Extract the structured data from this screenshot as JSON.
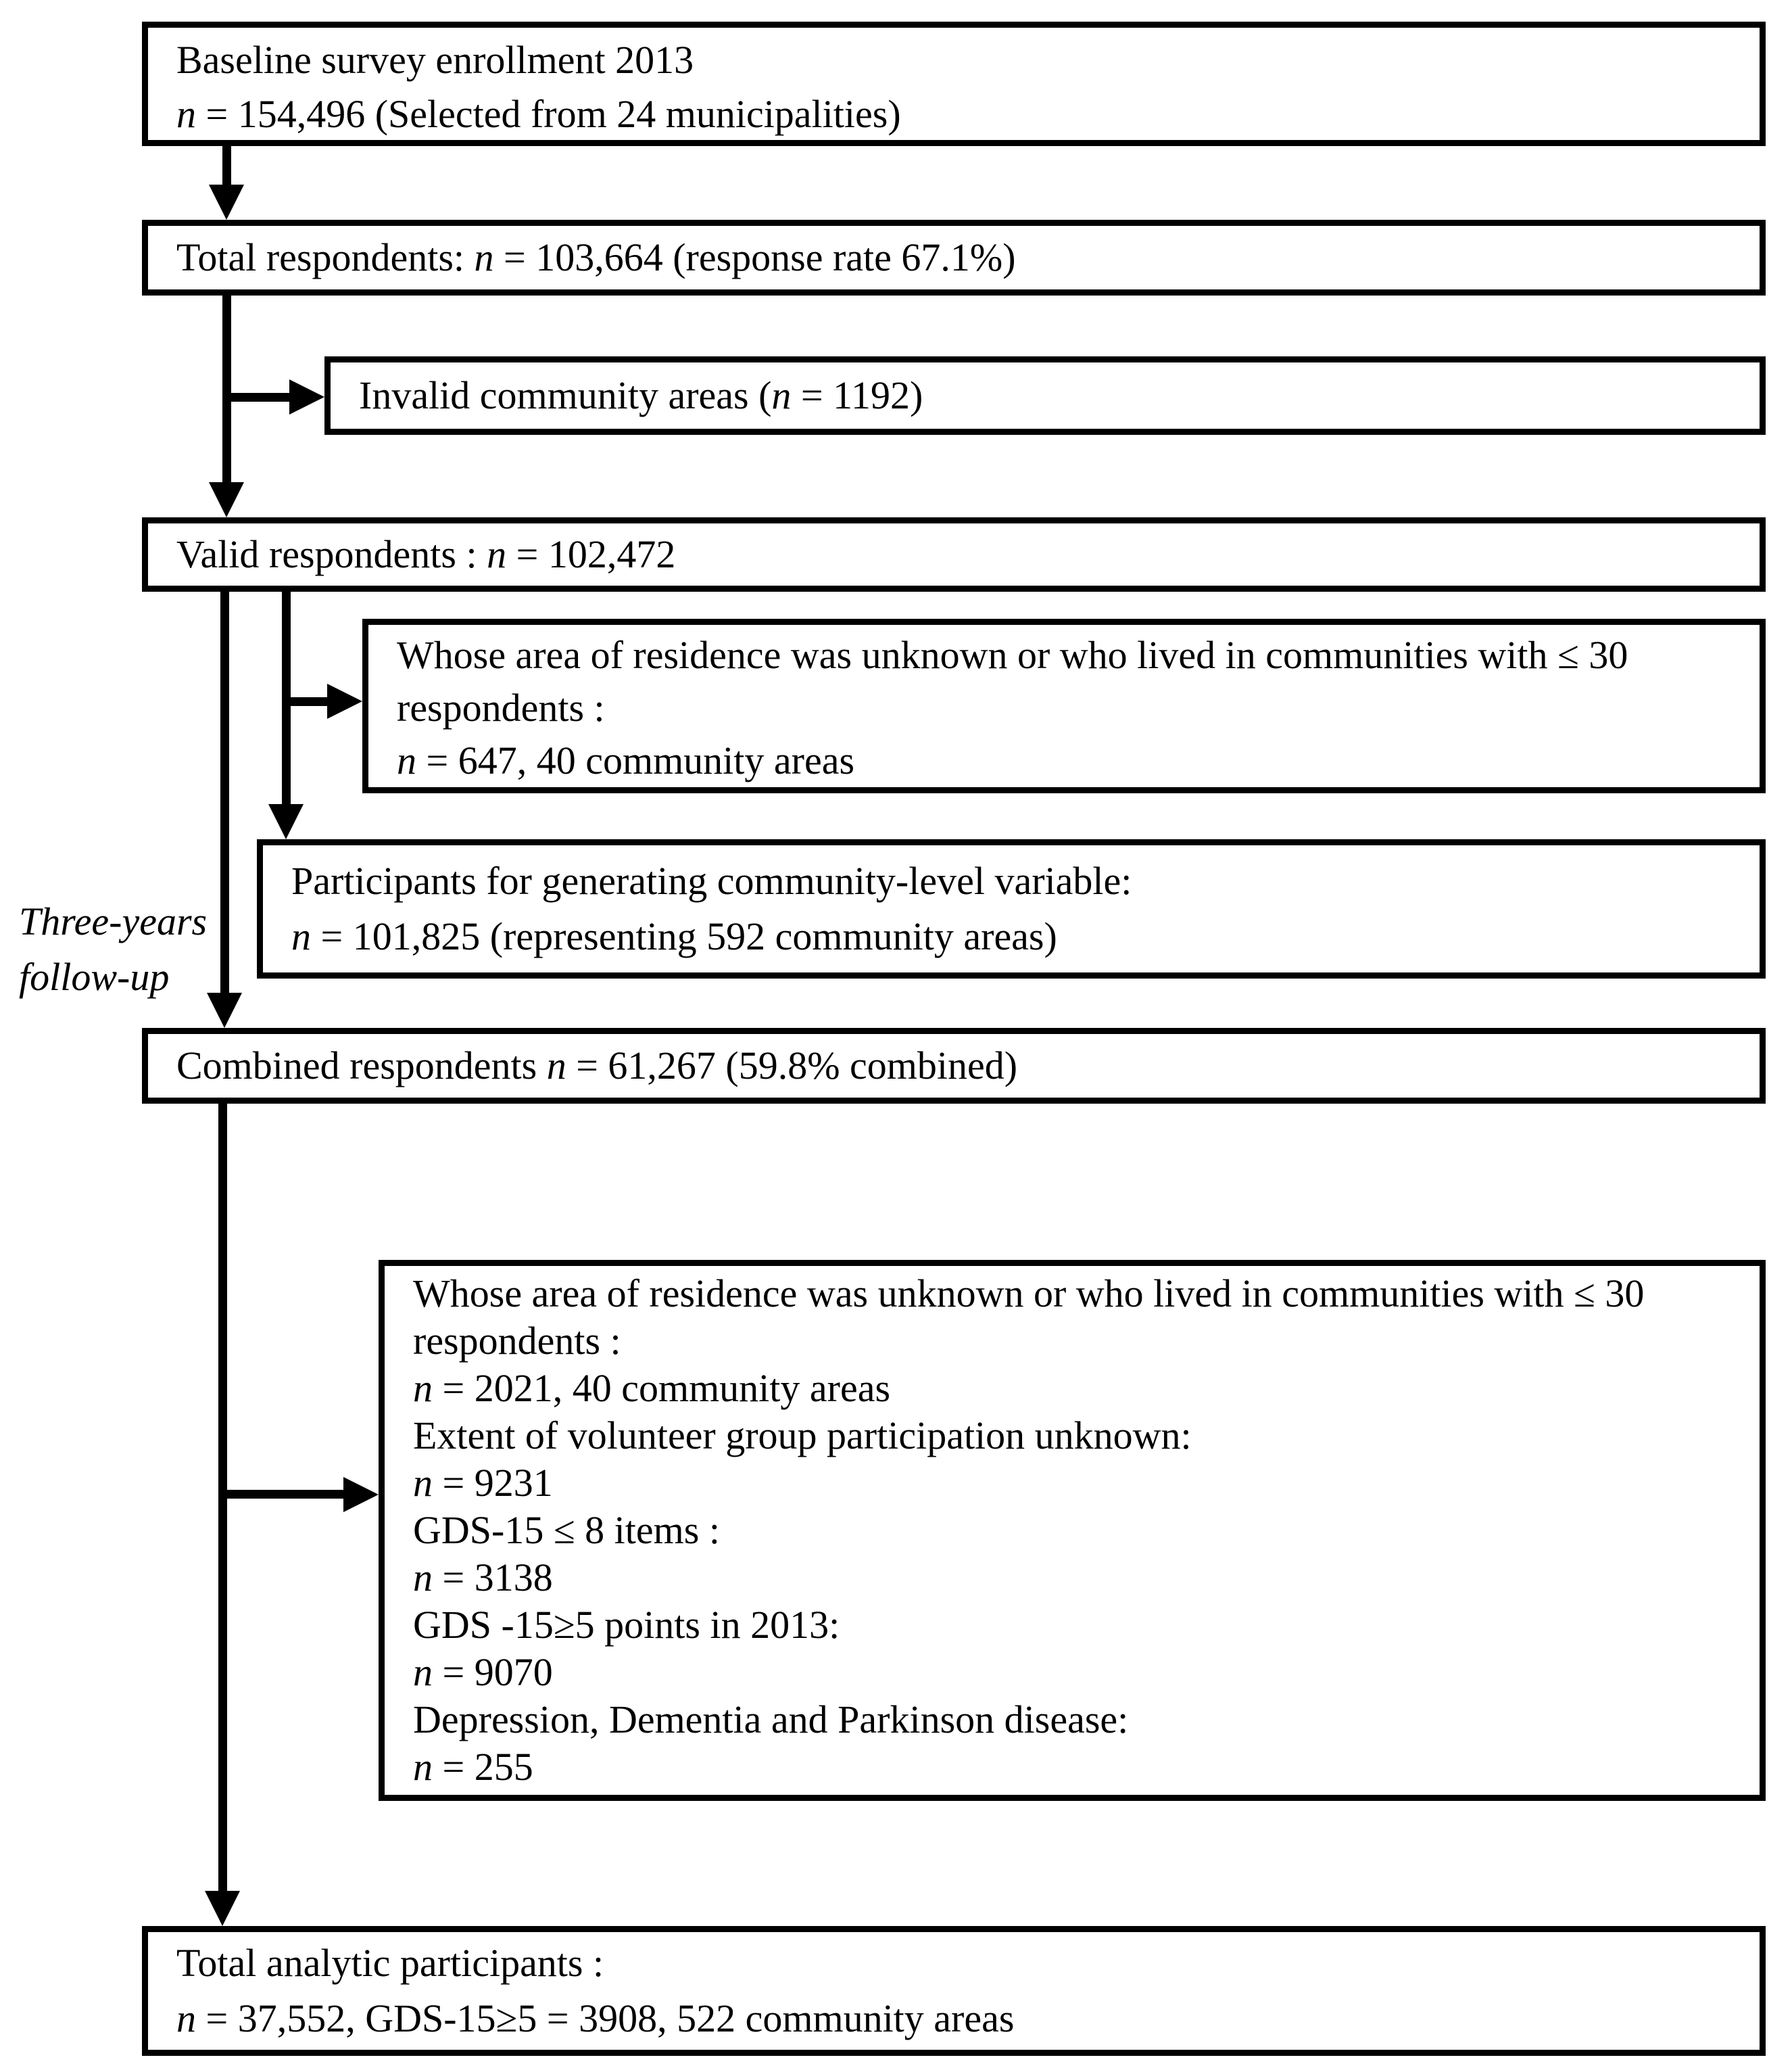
{
  "colors": {
    "ink": "#000000",
    "background": "#ffffff"
  },
  "flowchart": {
    "baseline_box": {
      "lines": [
        [
          {
            "t": "Baseline survey enrollment 2013"
          }
        ],
        [
          {
            "t": "n",
            "i": true
          },
          {
            "t": " = 154,496 (Selected from 24 municipalities)"
          }
        ]
      ]
    },
    "total_respondents_box": {
      "lines": [
        [
          {
            "t": "Total respondents: "
          },
          {
            "t": "n",
            "i": true
          },
          {
            "t": " = 103,664 (response rate 67.1%)"
          }
        ]
      ]
    },
    "invalid_areas_box": {
      "lines": [
        [
          {
            "t": "Invalid community areas ("
          },
          {
            "t": "n",
            "i": true
          },
          {
            "t": " = 1192)"
          }
        ]
      ]
    },
    "valid_respondents_box": {
      "lines": [
        [
          {
            "t": "Valid respondents : "
          },
          {
            "t": "n",
            "i": true
          },
          {
            "t": " = 102,472"
          }
        ]
      ]
    },
    "residence_unknown_box": {
      "lines": [
        [
          {
            "t": "Whose area of residence was unknown or who lived in communities with ≤ 30"
          }
        ],
        [
          {
            "t": "respondents :"
          }
        ],
        [
          {
            "t": "n",
            "i": true
          },
          {
            "t": " = 647, 40 community areas"
          }
        ]
      ]
    },
    "community_variable_box": {
      "lines": [
        [
          {
            "t": "Participants for generating community-level variable:"
          }
        ],
        [
          {
            "t": "n",
            "i": true
          },
          {
            "t": " = 101,825 (representing 592 community areas)"
          }
        ]
      ]
    },
    "followup_label": {
      "lines": [
        [
          {
            "t": "Three-years",
            "i": true
          }
        ],
        [
          {
            "t": "follow-up",
            "i": true
          }
        ]
      ]
    },
    "combined_respondents_box": {
      "lines": [
        [
          {
            "t": "Combined respondents "
          },
          {
            "t": "n",
            "i": true
          },
          {
            "t": " = 61,267 (59.8% combined)"
          }
        ]
      ]
    },
    "exclusions_box": {
      "lines": [
        [
          {
            "t": "Whose area of residence was unknown or who lived in communities with ≤ 30"
          }
        ],
        [
          {
            "t": "respondents :"
          }
        ],
        [
          {
            "t": "n",
            "i": true
          },
          {
            "t": " = 2021, 40 community areas"
          }
        ],
        [
          {
            "t": "Extent of volunteer group participation unknown:"
          }
        ],
        [
          {
            "t": "n",
            "i": true
          },
          {
            "t": " = 9231"
          }
        ],
        [
          {
            "t": "GDS-15 ≤ 8 items :"
          }
        ],
        [
          {
            "t": "n",
            "i": true
          },
          {
            "t": " = 3138"
          }
        ],
        [
          {
            "t": "GDS -15≥5 points in 2013:"
          }
        ],
        [
          {
            "t": "n",
            "i": true
          },
          {
            "t": " = 9070"
          }
        ],
        [
          {
            "t": "Depression, Dementia and Parkinson disease:"
          }
        ],
        [
          {
            "t": "n",
            "i": true
          },
          {
            "t": " = 255"
          }
        ]
      ]
    },
    "total_analytic_box": {
      "lines": [
        [
          {
            "t": "Total analytic participants :"
          }
        ],
        [
          {
            "t": "n",
            "i": true
          },
          {
            "t": " = 37,552, GDS-15≥5 = 3908, 522 community areas"
          }
        ]
      ]
    }
  }
}
